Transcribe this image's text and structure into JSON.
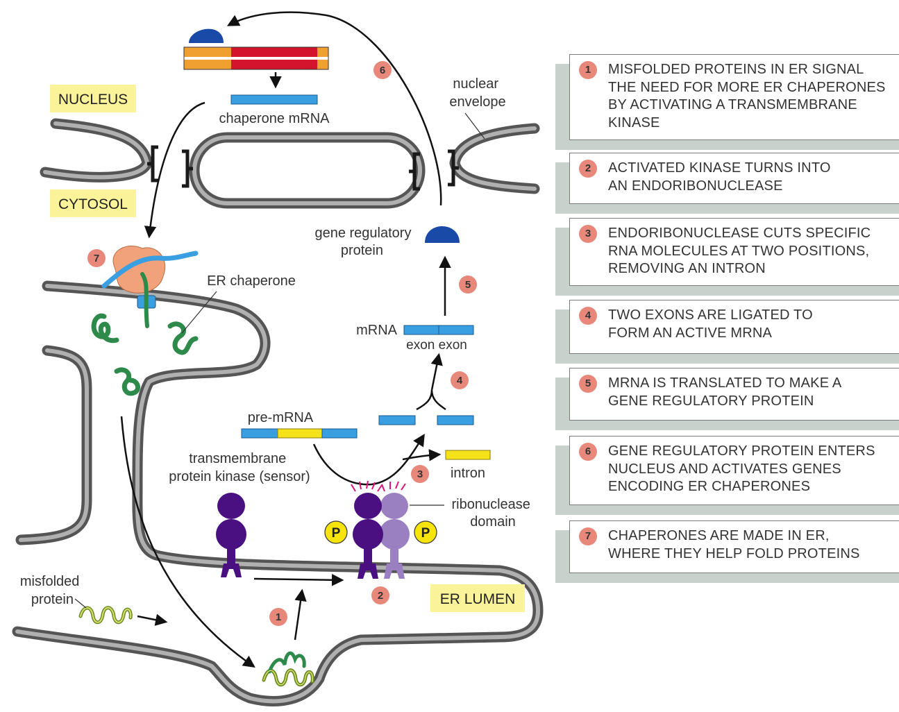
{
  "regions": {
    "nucleus": "NUCLEUS",
    "cytosol": "CYTOSOL",
    "er_lumen": "ER LUMEN"
  },
  "labels": {
    "nuclear_envelope": [
      "nuclear",
      "envelope"
    ],
    "chaperone_mrna": "chaperone mRNA",
    "gene_regulatory_protein": [
      "gene regulatory",
      "protein"
    ],
    "er_chaperone": "ER chaperone",
    "mrna": "mRNA",
    "exon_exon": "exon exon",
    "pre_mrna": "pre-mRNA",
    "intron": "intron",
    "transmembrane_kinase": [
      "transmembrane",
      "protein kinase (sensor)"
    ],
    "ribonuclease_domain": [
      "ribonuclease",
      "domain"
    ],
    "misfolded_protein": [
      "misfolded",
      "protein"
    ],
    "phosphate": "P"
  },
  "markers": [
    "1",
    "2",
    "3",
    "4",
    "5",
    "6",
    "7"
  ],
  "steps": [
    {
      "num": "1",
      "text": "MISFOLDED PROTEINS IN ER SIGNAL\nTHE NEED FOR MORE ER CHAPERONES\nBY ACTIVATING A TRANSMEMBRANE\nKINASE"
    },
    {
      "num": "2",
      "text": "ACTIVATED KINASE  TURNS INTO\nAN ENDORIBONUCLEASE"
    },
    {
      "num": "3",
      "text": "ENDORIBONUCLEASE CUTS SPECIFIC\nRNA MOLECULES AT TWO POSITIONS,\nREMOVING AN INTRON"
    },
    {
      "num": "4",
      "text": "TWO EXONS ARE LIGATED TO\nFORM AN ACTIVE mRNA"
    },
    {
      "num": "5",
      "text": "mRNA IS TRANSLATED TO MAKE A\nGENE REGULATORY PROTEIN"
    },
    {
      "num": "6",
      "text": "GENE REGULATORY PROTEIN ENTERS\nNUCLEUS AND ACTIVATES GENES\nENCODING ER CHAPERONES"
    },
    {
      "num": "7",
      "text": "CHAPERONES ARE MADE IN ER,\nWHERE THEY HELP FOLD PROTEINS"
    }
  ],
  "colors": {
    "membrane": "#555555",
    "region_tag": "#fbf39a",
    "exon": "#3a9fe0",
    "intron": "#f5e21a",
    "dna_red": "#d4142c",
    "dna_orange": "#f0a030",
    "regulatory_protein": "#1a4aa8",
    "kinase": "#4a0f80",
    "ribonuclease": "#9a80c0",
    "chaperone": "#2e8a4a",
    "ribosome": "#f2a27a",
    "phosphate": "#f7e40a",
    "marker": "#e8887a"
  }
}
